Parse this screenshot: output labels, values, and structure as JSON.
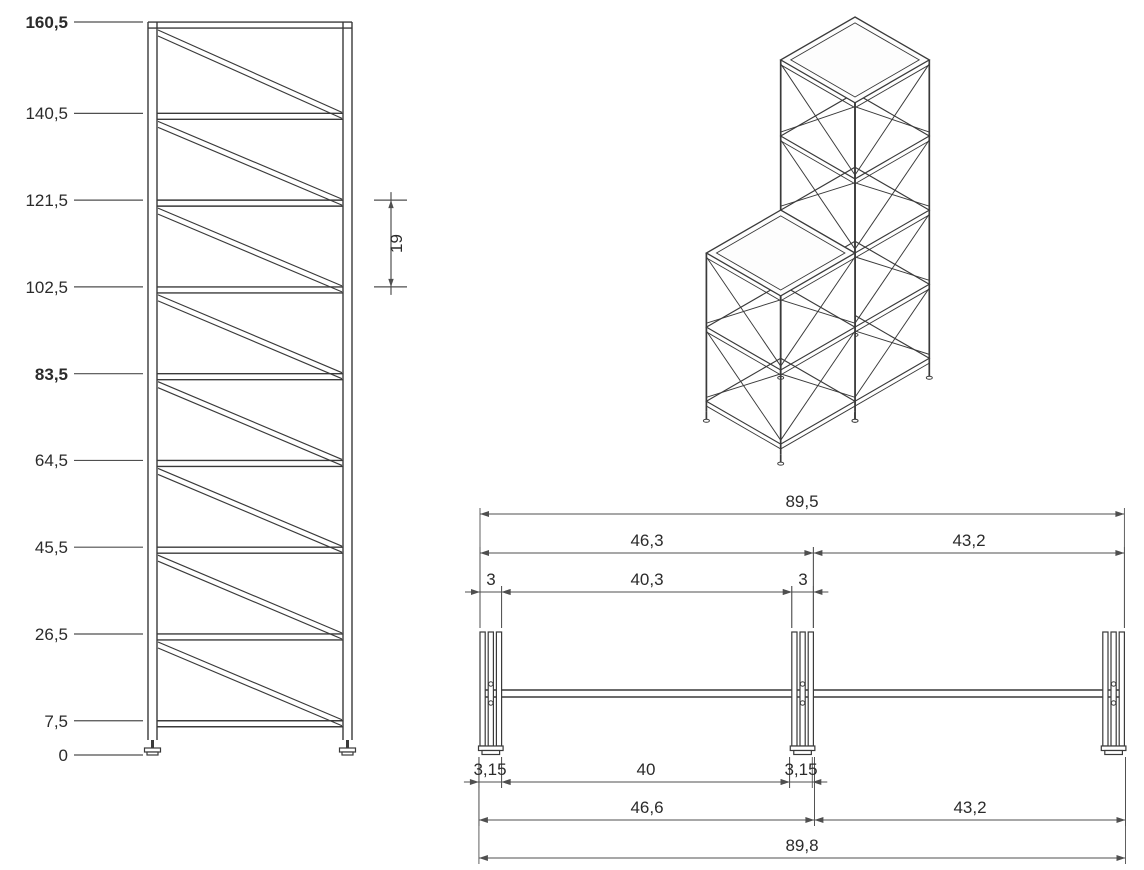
{
  "colors": {
    "line": "#3a3a3a",
    "dim_line": "#4f4f4f",
    "text": "#2b2b2b",
    "background": "#ffffff",
    "face_fill": "#fdfdfd"
  },
  "elevation_view": {
    "levels": [
      {
        "label": "160,5",
        "value": 160.5,
        "bold": true
      },
      {
        "label": "140,5",
        "value": 140.5,
        "bold": false
      },
      {
        "label": "121,5",
        "value": 121.5,
        "bold": false
      },
      {
        "label": "102,5",
        "value": 102.5,
        "bold": false
      },
      {
        "label": "83,5",
        "value": 83.5,
        "bold": true
      },
      {
        "label": "64,5",
        "value": 64.5,
        "bold": false
      },
      {
        "label": "45,5",
        "value": 45.5,
        "bold": false
      },
      {
        "label": "26,5",
        "value": 26.5,
        "bold": false
      },
      {
        "label": "7,5",
        "value": 7.5,
        "bold": false
      },
      {
        "label": "0",
        "value": 0,
        "bold": false
      }
    ],
    "right_dimension": {
      "label": "19",
      "top_value": 121.5,
      "bottom_value": 102.5
    }
  },
  "isometric_view": {
    "tall_tower": {
      "levels": [
        7.5,
        45.5,
        83.5,
        121.5,
        160.5
      ],
      "height": 160.5
    },
    "short_tower": {
      "levels": [
        7.5,
        45.5,
        83.5
      ],
      "height": 83.5
    }
  },
  "plan_view": {
    "top_dimensions": [
      {
        "row": 0,
        "label": "89,5",
        "from": 0,
        "to": 89.5
      },
      {
        "row": 1,
        "label": "46,3",
        "from": 0,
        "to": 46.3
      },
      {
        "row": 1,
        "label": "43,2",
        "from": 46.3,
        "to": 89.5
      },
      {
        "row": 2,
        "label": "3",
        "from": 0,
        "to": 3
      },
      {
        "row": 2,
        "label": "40,3",
        "from": 3,
        "to": 43.3
      },
      {
        "row": 2,
        "label": "3",
        "from": 43.3,
        "to": 46.3
      }
    ],
    "bottom_dimensions": [
      {
        "row": 0,
        "label": "3,15",
        "from": -0.15,
        "to": 3
      },
      {
        "row": 0,
        "label": "40",
        "from": 3,
        "to": 43
      },
      {
        "row": 0,
        "label": "3,15",
        "from": 43,
        "to": 46.15
      },
      {
        "row": 1,
        "label": "46,6",
        "from": -0.15,
        "to": 46.45
      },
      {
        "row": 1,
        "label": "43,2",
        "from": 46.45,
        "to": 89.65
      },
      {
        "row": 2,
        "label": "89,8",
        "from": -0.15,
        "to": 89.65
      }
    ],
    "leg_clusters": [
      {
        "from": 0,
        "to": 3
      },
      {
        "from": 43.3,
        "to": 46.3
      },
      {
        "from": 86.5,
        "to": 89.5
      }
    ]
  }
}
